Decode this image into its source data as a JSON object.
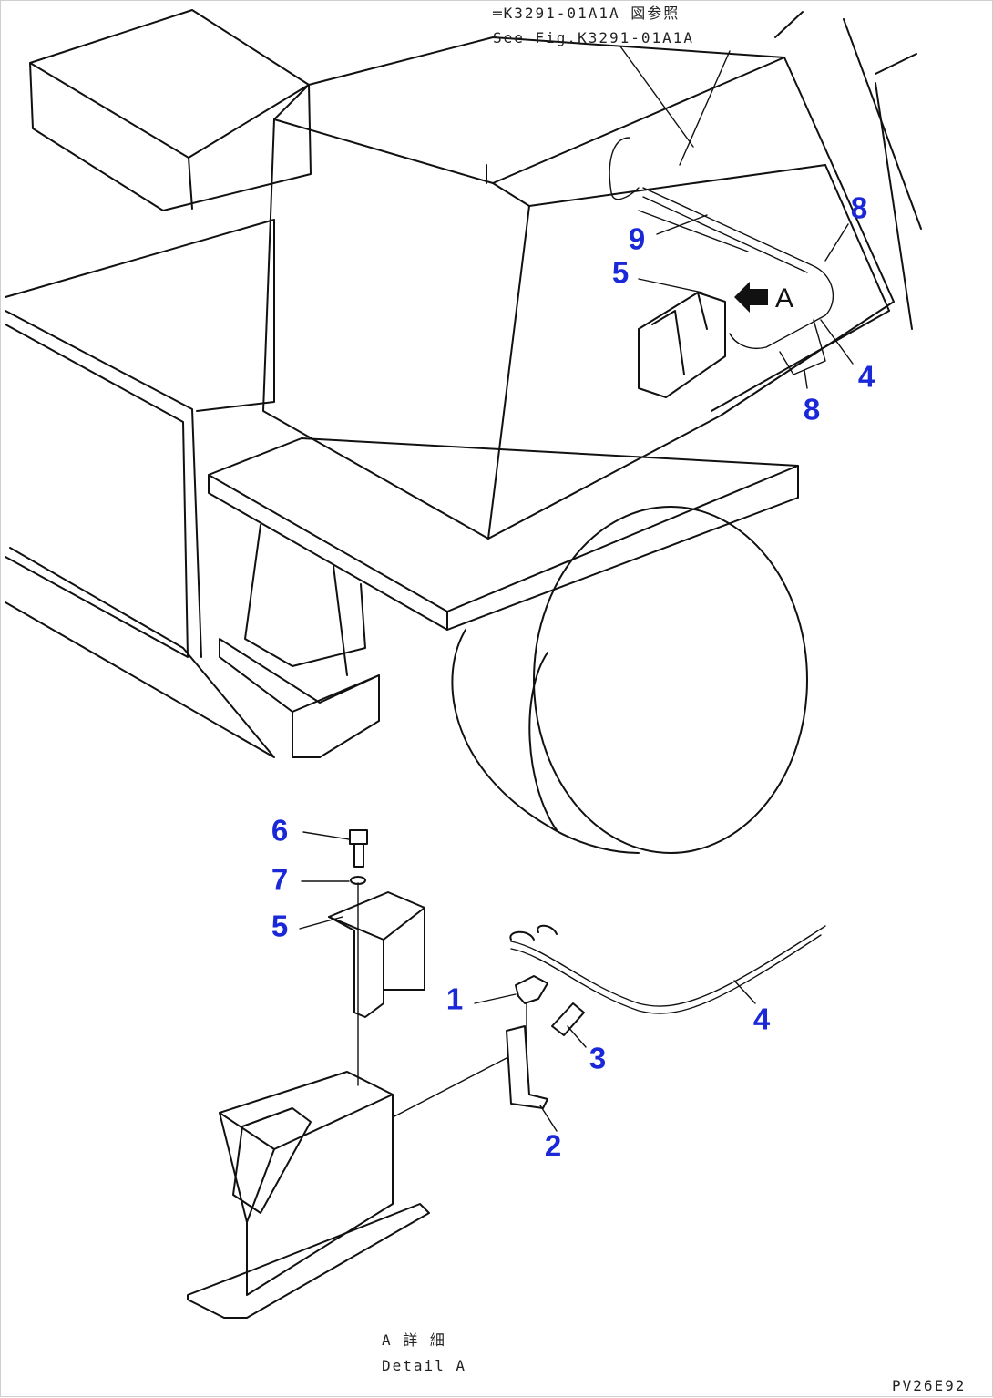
{
  "reference": {
    "jp": "═K3291-01A1A 図参照",
    "en": "See Fig.K3291-01A1A"
  },
  "view_marker": "A",
  "callouts": [
    {
      "id": "top-9",
      "label": "9"
    },
    {
      "id": "top-8a",
      "label": "8"
    },
    {
      "id": "top-5",
      "label": "5"
    },
    {
      "id": "top-4",
      "label": "4"
    },
    {
      "id": "top-8b",
      "label": "8"
    },
    {
      "id": "det-6",
      "label": "6"
    },
    {
      "id": "det-7",
      "label": "7"
    },
    {
      "id": "det-5",
      "label": "5"
    },
    {
      "id": "det-1",
      "label": "1"
    },
    {
      "id": "det-3",
      "label": "3"
    },
    {
      "id": "det-2",
      "label": "2"
    },
    {
      "id": "det-4",
      "label": "4"
    }
  ],
  "detail_caption": {
    "jp": "A 詳 細",
    "en": "Detail A"
  },
  "drawing_code": "PV26E92",
  "colors": {
    "callout": "#1a28d8",
    "line": "#111111"
  }
}
